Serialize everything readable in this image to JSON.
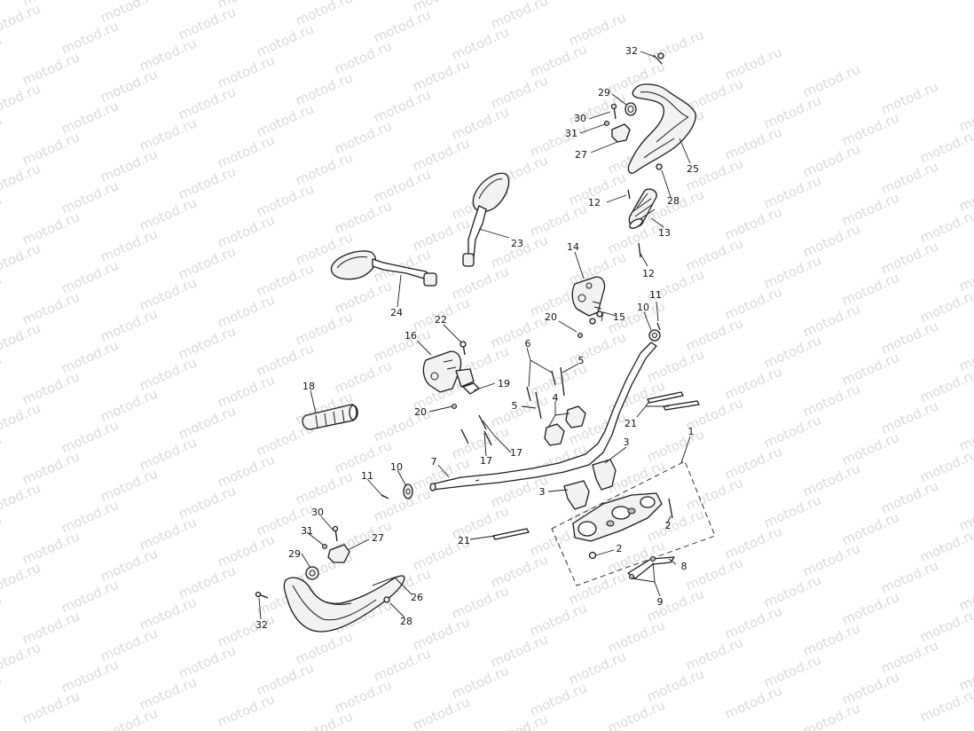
{
  "watermark": "motod.ru",
  "colors": {
    "line": "#1a1a1a",
    "watermark": "#d9d9d9",
    "background": "#ffffff"
  },
  "callouts": {
    "c32_top": "32",
    "c29_top": "29",
    "c30_top": "30",
    "c31_top": "31",
    "c27_top": "27",
    "c25": "25",
    "c28_top": "28",
    "c12_a": "12",
    "c13": "13",
    "c12_b": "12",
    "c23": "23",
    "c24": "24",
    "c14": "14",
    "c15": "15",
    "c20_a": "20",
    "c11_a": "11",
    "c10_a": "10",
    "c22": "22",
    "c16": "16",
    "c6": "6",
    "c5_a": "5",
    "c5_b": "5",
    "c4": "4",
    "c19": "19",
    "c18": "18",
    "c20_b": "20",
    "c21_a": "21",
    "c17_a": "17",
    "c17_b": "17",
    "c3_a": "3",
    "c1": "1",
    "c7": "7",
    "c10_b": "10",
    "c11_b": "11",
    "c3_b": "3",
    "c2_a": "2",
    "c30_b": "30",
    "c21_b": "21",
    "c31_b": "31",
    "c27_b": "27",
    "c2_b": "2",
    "c29_b": "29",
    "c8": "8",
    "c26": "26",
    "c9": "9",
    "c32_b": "32",
    "c28_b": "28"
  }
}
